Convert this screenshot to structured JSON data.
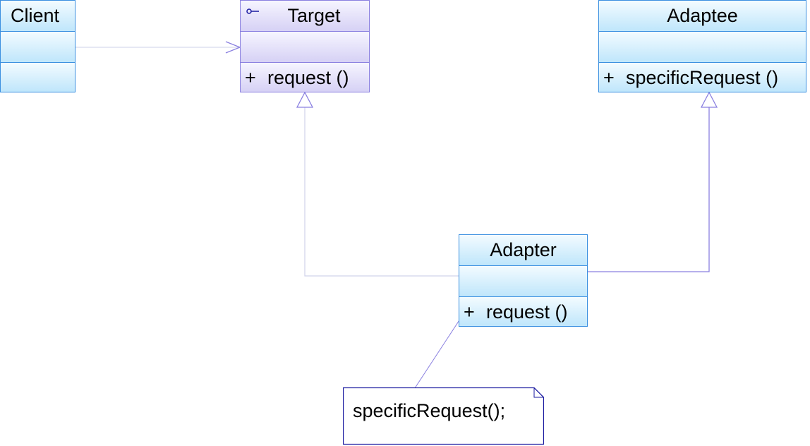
{
  "classes": {
    "client": {
      "name": "Client"
    },
    "target": {
      "name": "Target",
      "operations": [
        {
          "visibility": "+",
          "signature": "request ()"
        }
      ]
    },
    "adaptee": {
      "name": "Adaptee",
      "operations": [
        {
          "visibility": "+",
          "signature": "specificRequest ()"
        }
      ]
    },
    "adapter": {
      "name": "Adapter",
      "operations": [
        {
          "visibility": "+",
          "signature": "request ()"
        }
      ]
    }
  },
  "note": {
    "text": "specificRequest();"
  },
  "colors": {
    "class_border": "#3a8fe0",
    "interface_border": "#8a80e0",
    "connector": "#8a80e0",
    "connector_light": "#cfd3ee",
    "note_border": "#1a1aa0"
  }
}
